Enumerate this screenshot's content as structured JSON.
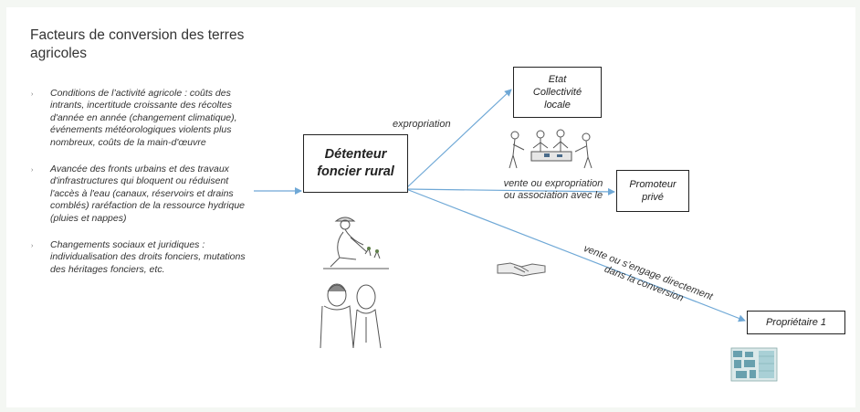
{
  "title": "Facteurs de conversion des terres agricoles",
  "factors": [
    "Conditions de l’activité agricole : coûts des intrants, incertitude croissante des récoltes d'année en année (changement climatique), événements météorologiques violents plus nombreux, coûts de la main-d'œuvre",
    "Avancée des fronts urbains et des travaux d'infrastructures qui bloquent ou réduisent l'accès à l'eau (canaux, réservoirs et drains comblés) raréfaction de la ressource hydrique (pluies et nappes)",
    "Changements sociaux et juridiques : individualisation des droits fonciers, mutations des héritages fonciers, etc."
  ],
  "nodes": {
    "main": [
      "Détenteur",
      "foncier rural"
    ],
    "etat": [
      "Etat",
      "Collectivité",
      "locale"
    ],
    "promoteur": [
      "Promoteur",
      "privé"
    ],
    "proprietaire": "Propriétaire 1"
  },
  "edges": {
    "expropriation": "expropriation",
    "vente_line1": "vente ou expropriation",
    "vente_line2": "ou association avec le",
    "conversion_line1": "vente ou s’engage directement",
    "conversion_line2": "dans la conversion"
  },
  "colors": {
    "arrow": "#6fa8d6",
    "box_border": "#222222",
    "background": "#f4f7f3"
  }
}
